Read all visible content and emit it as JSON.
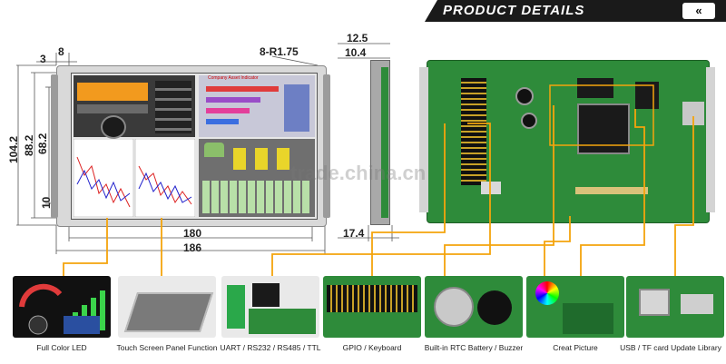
{
  "header": {
    "title": "PRODUCT DETAILS",
    "nav_icon": "«"
  },
  "dimensions": {
    "corner_left": "3",
    "corner_right": "8",
    "radius": "8-R1.75",
    "depth_a": "12.5",
    "depth_b": "10.4",
    "h1": "104.2",
    "h2": "88.2",
    "h3": "68.2",
    "bottom_gap": "10",
    "width_inner": "180",
    "width_outer": "186",
    "side": "17.4"
  },
  "watermark": "trade.china.cn",
  "screen": {
    "chart_title": "Company Asset Indicator"
  },
  "features": [
    {
      "label": "Full Color LED"
    },
    {
      "label": "Touch Screen Panel Function"
    },
    {
      "label": "UART / RS232 / RS485 / TTL"
    },
    {
      "label": "GPIO / Keyboard"
    },
    {
      "label": "Built-in RTC Battery / Buzzer"
    },
    {
      "label": "Creat Picture"
    },
    {
      "label": "USB / TF card Update Library"
    }
  ],
  "colors": {
    "pcb_green": "#2e8b3a",
    "callout": "#f4a40c",
    "banner": "#1a1a1a"
  }
}
